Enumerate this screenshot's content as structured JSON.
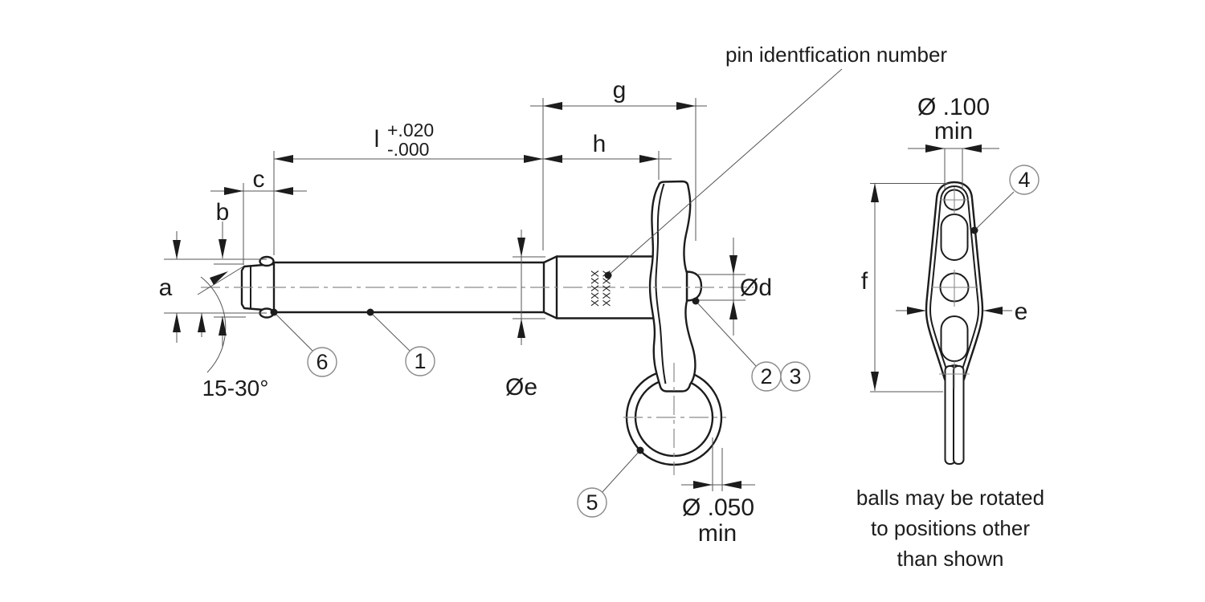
{
  "drawing": {
    "notes": {
      "pin_id": "pin identfication number",
      "balls_line1": "balls may be rotated",
      "balls_line2": "to positions other",
      "balls_line3": "than shown"
    },
    "dimensions": {
      "a": "a",
      "b": "b",
      "c": "c",
      "l": "l",
      "l_tol_upper": "+.020",
      "l_tol_lower": "-.000",
      "g": "g",
      "h": "h",
      "dia_e": "Øe",
      "dia_d": "Ød",
      "f": "f",
      "e": "e",
      "chamfer_angle": "15-30°",
      "ring_wire_dia": "Ø .050",
      "ring_wire_min": "min",
      "lanyard_hole_dia": "Ø .100",
      "lanyard_hole_min": "min"
    },
    "marking_text": "XXXXX",
    "balloons": {
      "b1": "1",
      "b2": "2",
      "b3": "3",
      "b4": "4",
      "b5": "5",
      "b6": "6"
    }
  },
  "colors": {
    "line": "#1c1c1c",
    "thin": "#555555",
    "centerline": "#8a8a8a",
    "balloon_outline": "#8a8a8a",
    "background": "#ffffff"
  }
}
